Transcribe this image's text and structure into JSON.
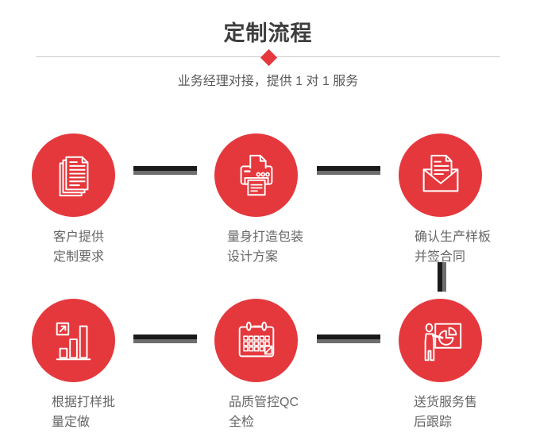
{
  "colors": {
    "accent_red": "#e5383d",
    "connector_black": "#1a1a1a",
    "connector_gray": "#6e6e6e",
    "divider_gray": "#cbcbcb",
    "title_color": "#3e3e3e",
    "label_color": "#666666",
    "background": "#ffffff"
  },
  "header": {
    "title": "定制流程",
    "subtitle": "业务经理对接，提供 1 对 1 服务"
  },
  "steps": [
    {
      "icon": "stacked-documents-icon",
      "label_line1": "客户提供",
      "label_line2": "定制要求"
    },
    {
      "icon": "printer-icon",
      "label_line1": "量身打造包装",
      "label_line2": "设计方案"
    },
    {
      "icon": "open-envelope-icon",
      "label_line1": "确认生产样板",
      "label_line2": "并签合同"
    },
    {
      "icon": "growth-bar-chart-icon",
      "label_line1": "根据打样批",
      "label_line2": "量定做"
    },
    {
      "icon": "calendar-icon",
      "label_line1": "品质管控QC",
      "label_line2": "全检"
    },
    {
      "icon": "presentation-board-icon",
      "label_line1": "送货服务售",
      "label_line2": "后跟踪"
    }
  ]
}
